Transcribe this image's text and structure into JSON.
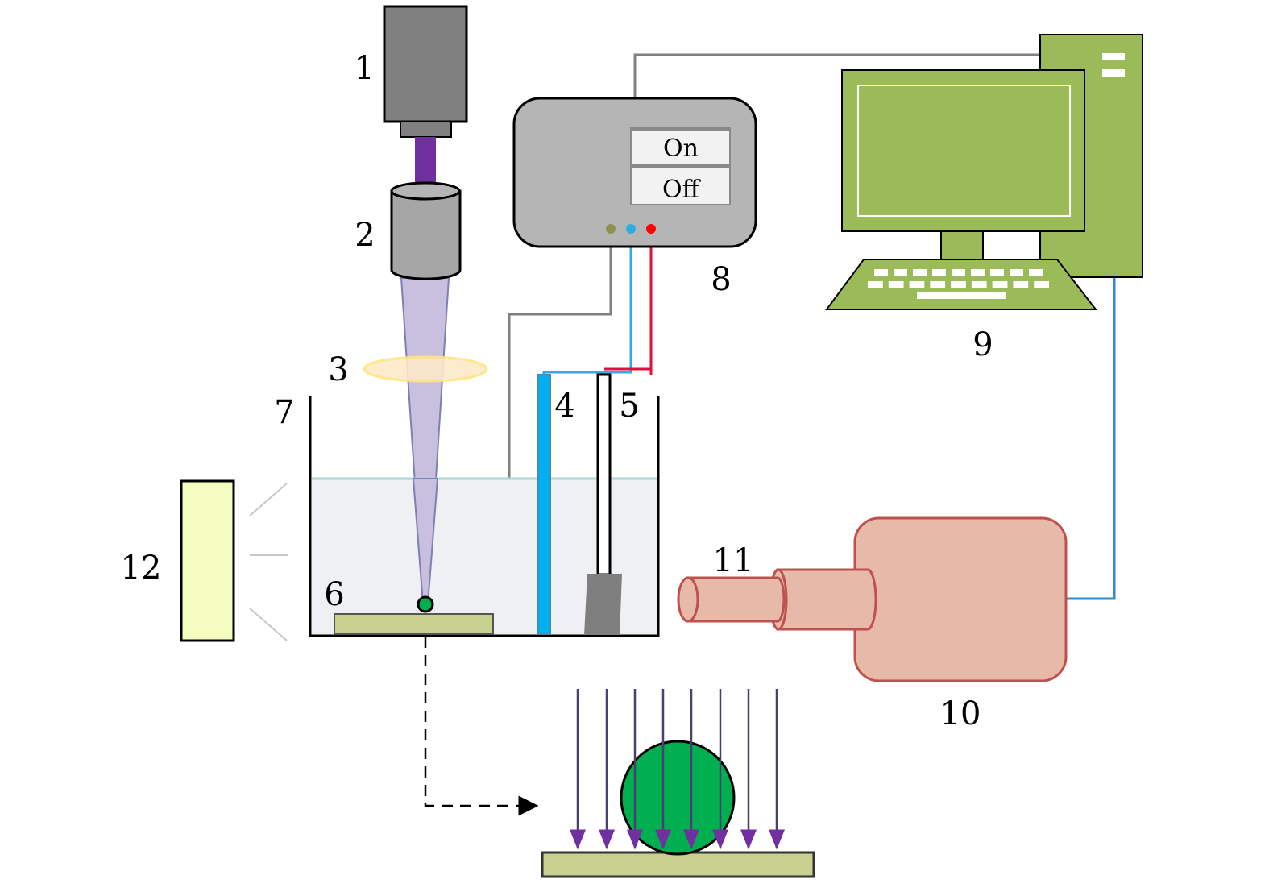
{
  "labels": {
    "camera": "1",
    "objective": "2",
    "lens": "3",
    "electrode_4": "4",
    "electrode_5": "5",
    "particle": "6",
    "tank": "7",
    "controller": "8",
    "computer": "9",
    "high_speed_camera": "10",
    "camera_lens": "11",
    "light_source": "12"
  },
  "controller": {
    "on_label": "On",
    "off_label": "Off"
  },
  "colors": {
    "device_gray": "#808080",
    "beam_purple": "#7030a0",
    "beam_cone": "#c9c0e0",
    "lens_yellow": "#fde9c9",
    "water": "#eef0f3",
    "substrate": "#c8d08f",
    "particle_green": "#00b050",
    "electrode_blue": "#00b0f0",
    "wire_red": "#ff0000",
    "computer_green": "#9bbb59",
    "camera_pink": "#e6b9a8",
    "light_yellow": "#f5fcc0"
  }
}
